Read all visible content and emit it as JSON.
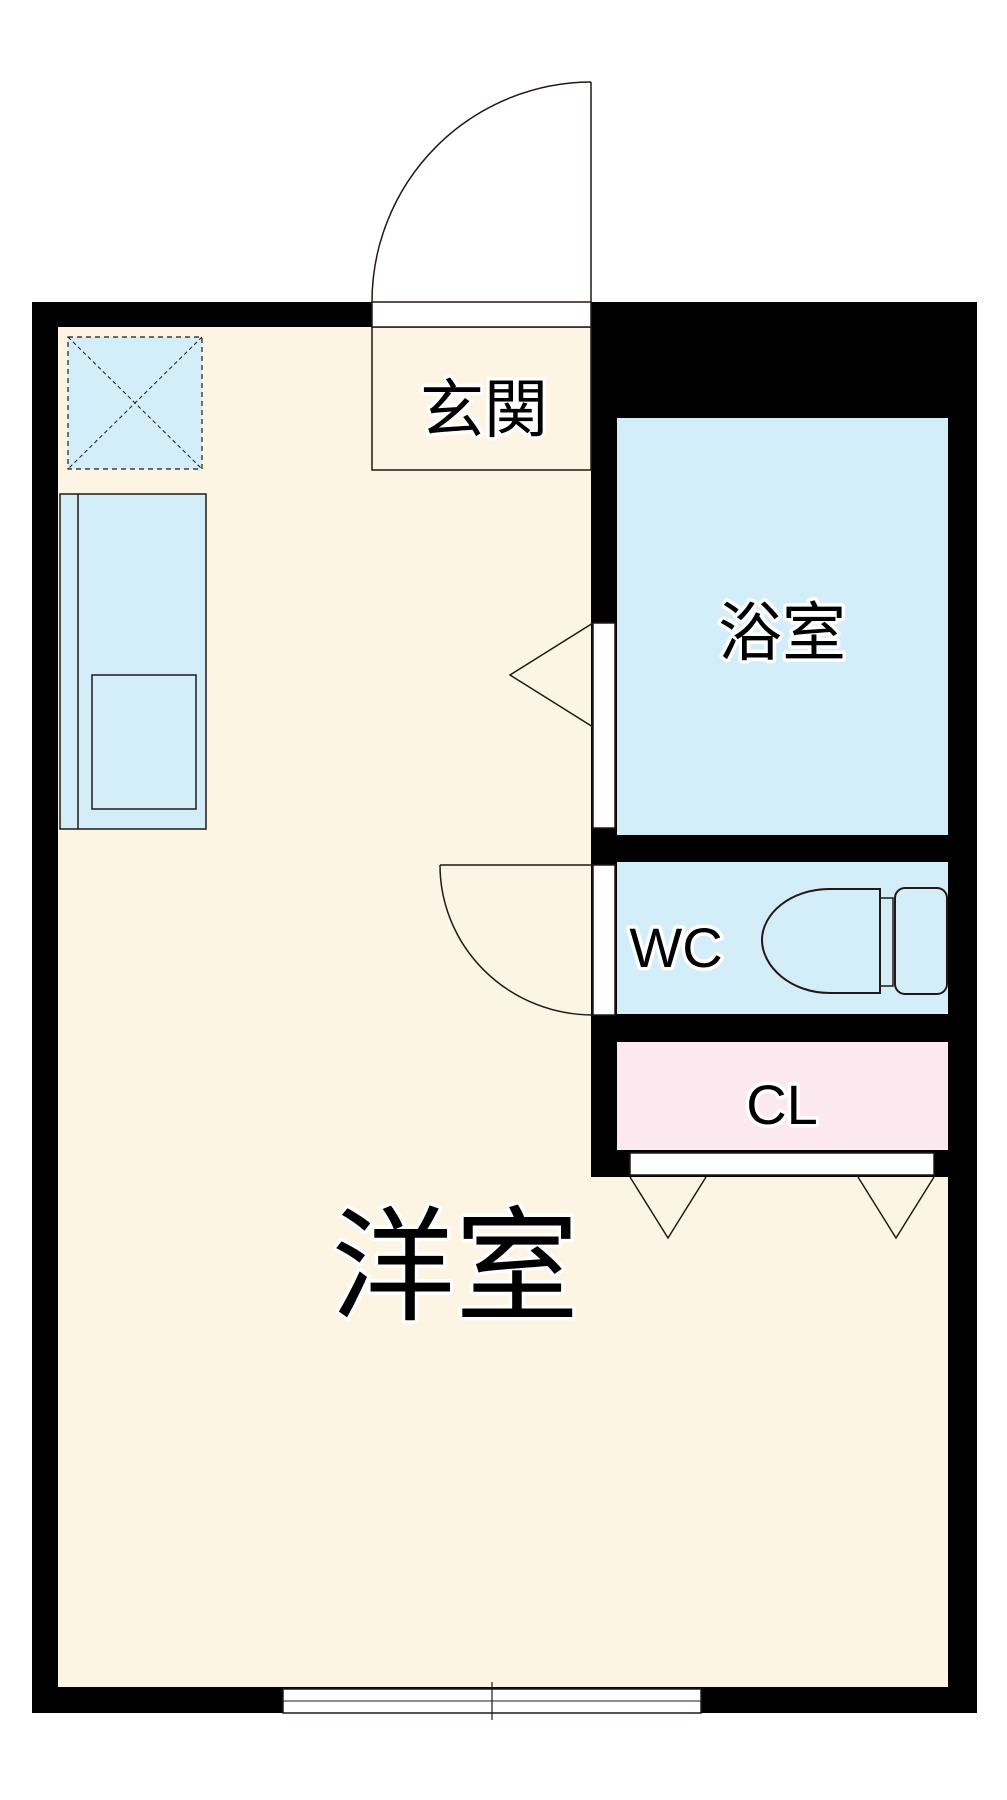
{
  "floor_plan": {
    "rooms": [
      {
        "id": "genkan",
        "label": "玄関",
        "fill": "#fdf5e4"
      },
      {
        "id": "bath",
        "label": "浴室",
        "fill": "#d3eef8"
      },
      {
        "id": "wc",
        "label": "WC",
        "fill": "#d3eef8"
      },
      {
        "id": "closet",
        "label": "CL",
        "fill": "#fce8ef"
      },
      {
        "id": "western_room",
        "label": "洋室",
        "fill": "#fdf5e4"
      }
    ],
    "colors": {
      "wall": "#000000",
      "floor": "#fdf5e4",
      "wet_area": "#d3eef8",
      "closet": "#fce8ef",
      "fixture_blue": "#d3eef8",
      "line": "#231815"
    },
    "icons": [
      "door-swing-icon",
      "refrigerator-space-icon",
      "kitchen-counter-icon",
      "sink-icon",
      "toilet-icon",
      "folding-door-icon",
      "sliding-window-icon"
    ]
  }
}
